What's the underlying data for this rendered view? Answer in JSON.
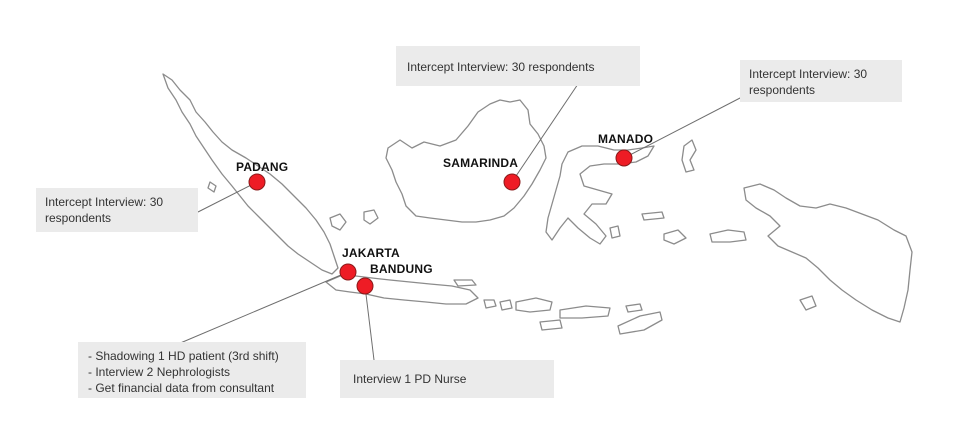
{
  "colors": {
    "marker": "#ee1c25",
    "callout_bg": "#ebebeb",
    "coastline": "#8c8c8c"
  },
  "cities": {
    "padang": "PADANG",
    "samarinda": "SAMARINDA",
    "manado": "MANADO",
    "jakarta": "JAKARTA",
    "bandung": "BANDUNG"
  },
  "callouts": {
    "padang": "Intercept Interview: 30 respondents",
    "samarinda": "Intercept Interview: 30 respondents",
    "manado": "Intercept Interview: 30 respondents",
    "jakarta": [
      "- Shadowing 1 HD patient (3rd shift)",
      "- Interview 2 Nephrologists",
      "- Get financial data from consultant"
    ],
    "bandung": "Interview 1 PD Nurse"
  }
}
